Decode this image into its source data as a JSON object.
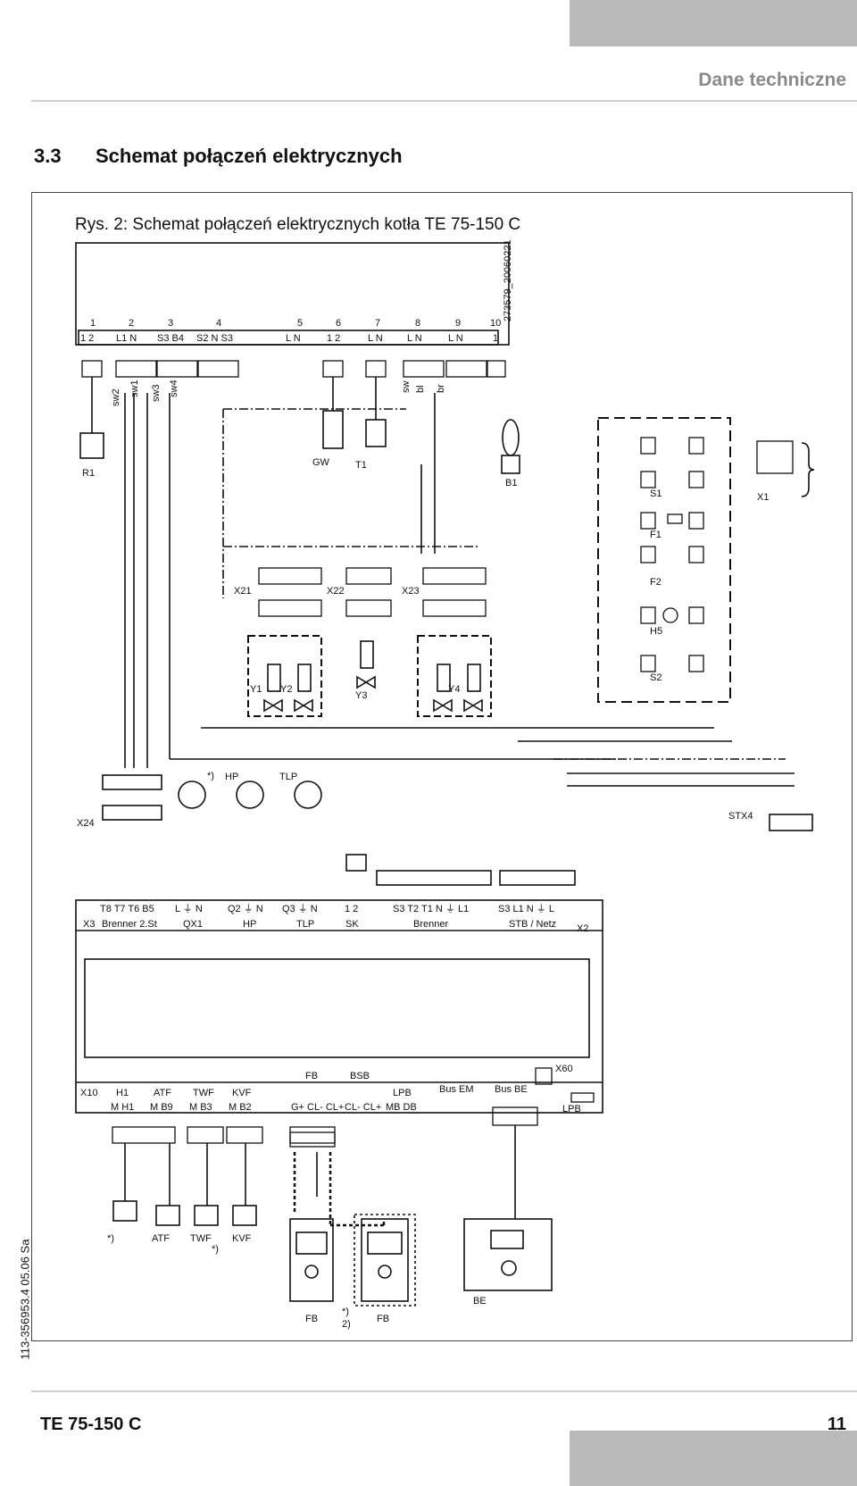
{
  "header": {
    "section": "Dane techniczne"
  },
  "heading": {
    "number": "3.3",
    "title": "Schemat połączeń elektrycznych"
  },
  "figure": {
    "caption": "Rys. 2: Schemat połączeń elektrycznych kotła TE 75-150 C",
    "drawing_id": "273579_20060221",
    "top_terminal_numbers": [
      "1",
      "2",
      "3",
      "4",
      "5",
      "6",
      "7",
      "8",
      "9",
      "10"
    ],
    "top_terminal_pins": [
      "1 2",
      "L1 N",
      "S3 B4",
      "S2 N S3",
      "L N",
      "1 2",
      "L N",
      "L N",
      "L N",
      "1"
    ],
    "wire_labels_top": [
      "sw2",
      "sw1",
      "sw3",
      "sw4",
      "sw",
      "bl",
      "br"
    ],
    "components": [
      "R1",
      "GW",
      "T1",
      "B1",
      "S1",
      "F1",
      "F2",
      "H5",
      "S2",
      "X1",
      "X21",
      "X22",
      "X23",
      "Y1",
      "Y2",
      "Y3",
      "Y4",
      "X24",
      "HP",
      "TLP",
      "STX4",
      "X3",
      "X2",
      "X10",
      "X60"
    ],
    "mid_terminal_groups": [
      "Brenner 2.St",
      "QX1",
      "HP",
      "TLP",
      "SK",
      "Brenner",
      "STB / Netz"
    ],
    "mid_terminal_pins": [
      "T8 T7 T6 B5",
      "L ⏚ N",
      "Q2 ⏚ N",
      "Q3 ⏚ N",
      "1 2",
      "S3 T2 T1 N ⏚ L1",
      "S3 L1 N ⏚ L"
    ],
    "lower_terminal_groups": [
      "H1",
      "ATF",
      "TWF",
      "KVF",
      "FB",
      "BSB",
      "LPB",
      "Bus EM",
      "Bus BE"
    ],
    "lower_terminal_pins": [
      "M H1",
      "M B9",
      "M B3",
      "M B2",
      "G+ CL- CL+",
      "CL- CL+",
      "MB DB"
    ],
    "bottom_labels": [
      "*)",
      "ATF",
      "TWF",
      "*)",
      "KVF",
      "FB",
      "*)",
      "2)",
      "FB",
      "BE",
      "LPB"
    ],
    "star_note": "*)"
  },
  "side_code": "113-356953.4 05.06 Sa",
  "footer": {
    "model": "TE 75-150 C",
    "page": "11"
  }
}
